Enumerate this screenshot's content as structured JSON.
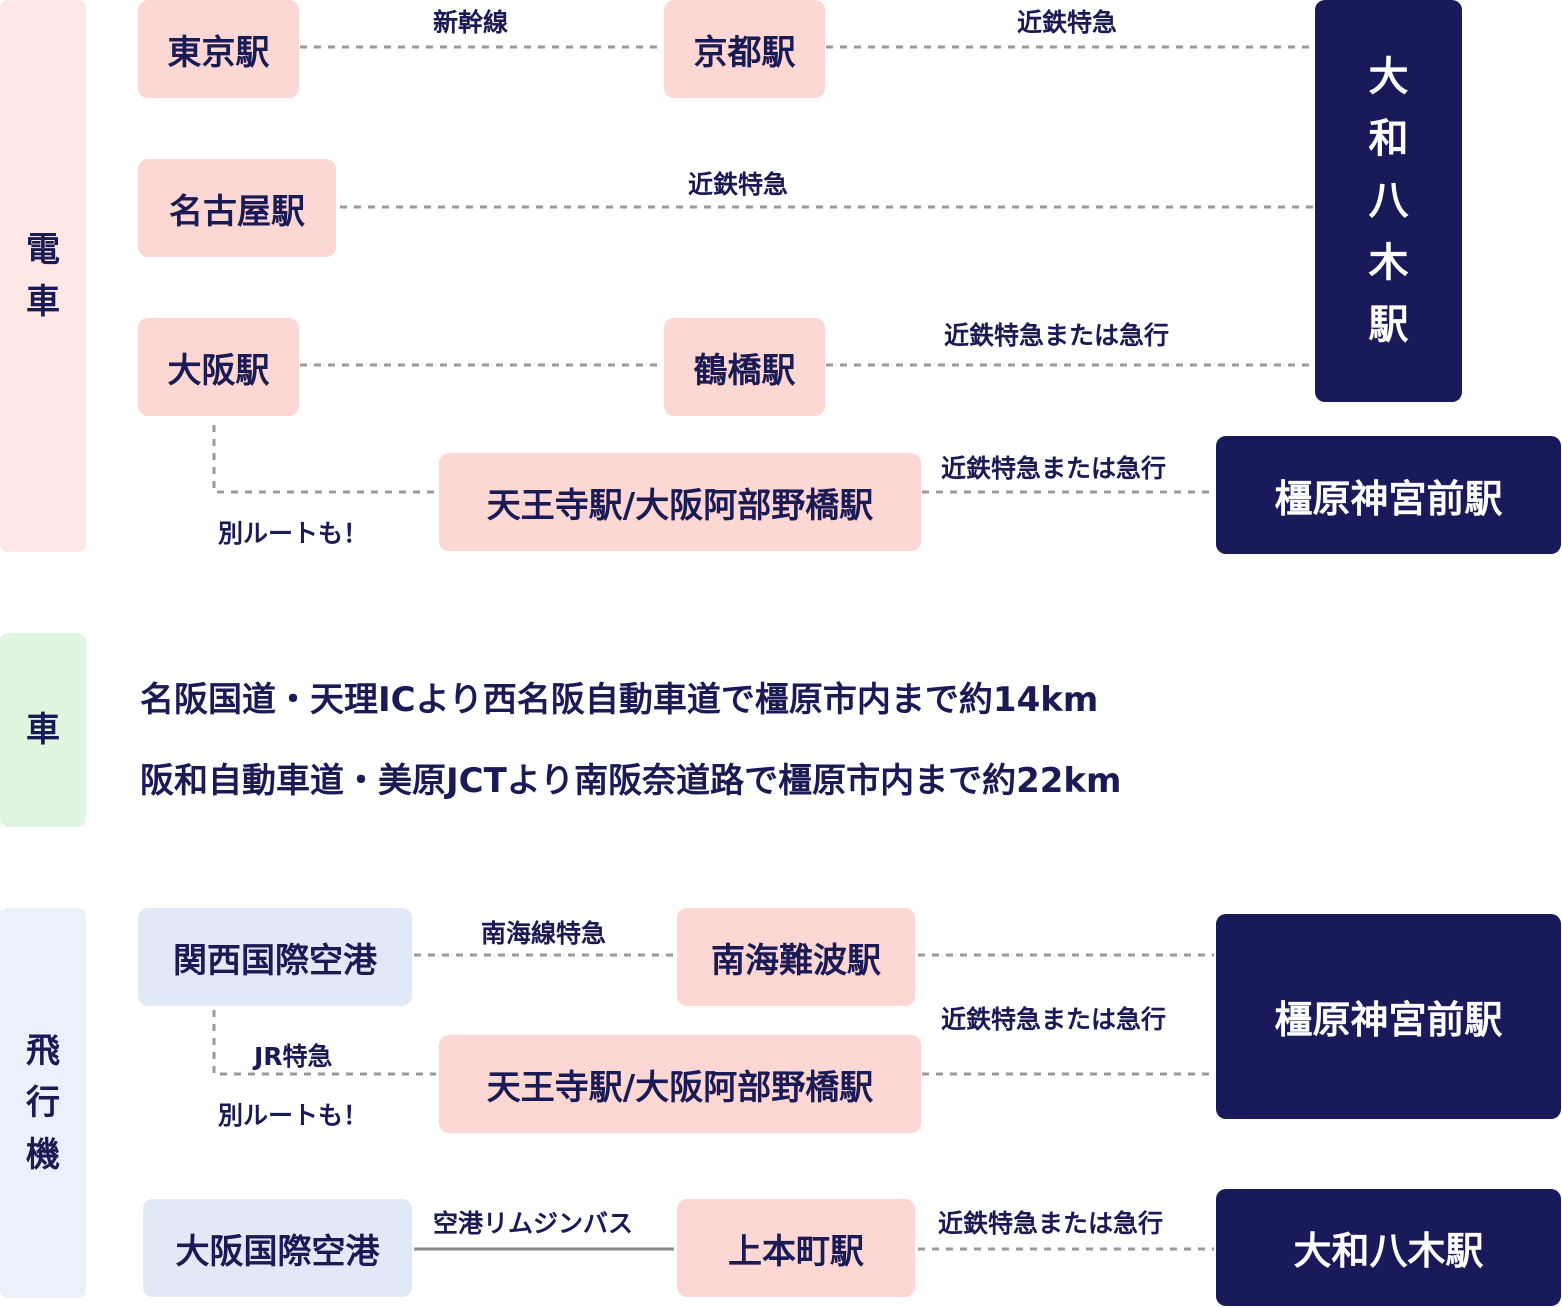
{
  "categories": {
    "train": [
      "電",
      "車"
    ],
    "car": [
      "車"
    ],
    "plane": [
      "飛",
      "行",
      "機"
    ]
  },
  "train": {
    "tokyo": "東京駅",
    "kyoto": "京都駅",
    "shinkansen": "新幹線",
    "kintetsu_express_1": "近鉄特急",
    "nagoya": "名古屋駅",
    "kintetsu_express_2": "近鉄特急",
    "osaka": "大阪駅",
    "tsuruhashi": "鶴橋駅",
    "kintetsu_or_local_1": "近鉄特急または急行",
    "tennoji": "天王寺駅/大阪阿部野橋駅",
    "kintetsu_or_local_2": "近鉄特急または急行",
    "alt_route": "別ルートも！",
    "yamato_yagi_chars": [
      "大",
      "和",
      "八",
      "木",
      "駅"
    ],
    "kashiharajingumae": "橿原神宮前駅"
  },
  "car": {
    "line1": "名阪国道・天理ICより西名阪自動車道で橿原市内まで約14km",
    "line2": "阪和自動車道・美原JCTより南阪奈道路で橿原市内まで約22km"
  },
  "plane": {
    "kansai_airport": "関西国際空港",
    "nankai_express": "南海線特急",
    "nankai_namba": "南海難波駅",
    "kintetsu_or_local_1": "近鉄特急または急行",
    "kashiharajingumae": "橿原神宮前駅",
    "jr_express": "JR特急",
    "tennoji": "天王寺駅/大阪阿部野橋駅",
    "alt_route": "別ルートも！",
    "osaka_airport": "大阪国際空港",
    "airport_bus": "空港リムジンバス",
    "uehommachi": "上本町駅",
    "kintetsu_or_local_2": "近鉄特急または急行",
    "yamato_yagi": "大和八木駅"
  },
  "colors": {
    "navy": "#181a59",
    "pink_box": "#fcd7d3",
    "blue_box": "#e1e9f6",
    "train_band": "#fde8e6",
    "car_band": "#e0f6e1",
    "plane_band": "#eaf1fb",
    "dotted_line": "#9a9a9a"
  }
}
